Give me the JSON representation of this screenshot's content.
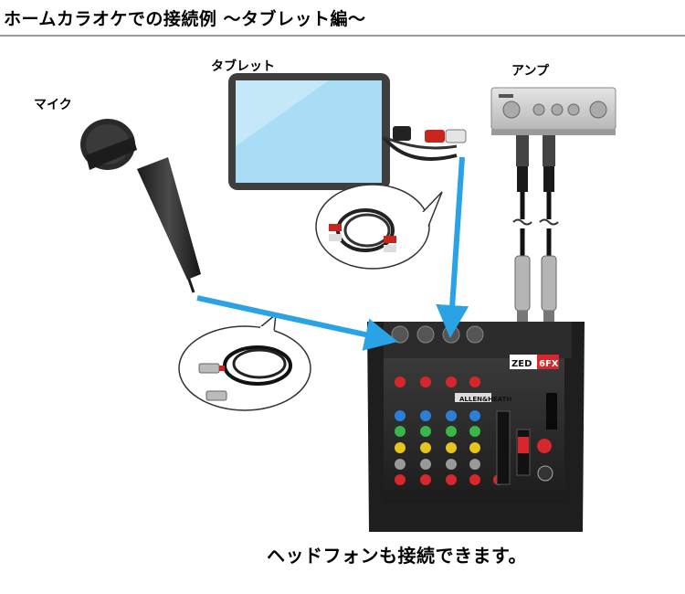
{
  "title": "ホームカラオケでの接続例 〜タブレット編〜",
  "labels": {
    "tablet": "タブレット",
    "amp": "アンプ",
    "mic": "マイク"
  },
  "mixer": {
    "model_badge": "ZED6FX",
    "brand": "ALLEN&HEATH"
  },
  "footer_note": "ヘッドフォンも接続できます。",
  "colors": {
    "connection_arrow": "#29a3e6",
    "tablet_screen": "#a9dcf5",
    "model_badge": "#d7262c"
  },
  "icons": [
    "microphone-icon",
    "tablet-icon",
    "amplifier-icon",
    "mixer-icon",
    "rca-cable-icon",
    "xlr-cable-icon"
  ]
}
